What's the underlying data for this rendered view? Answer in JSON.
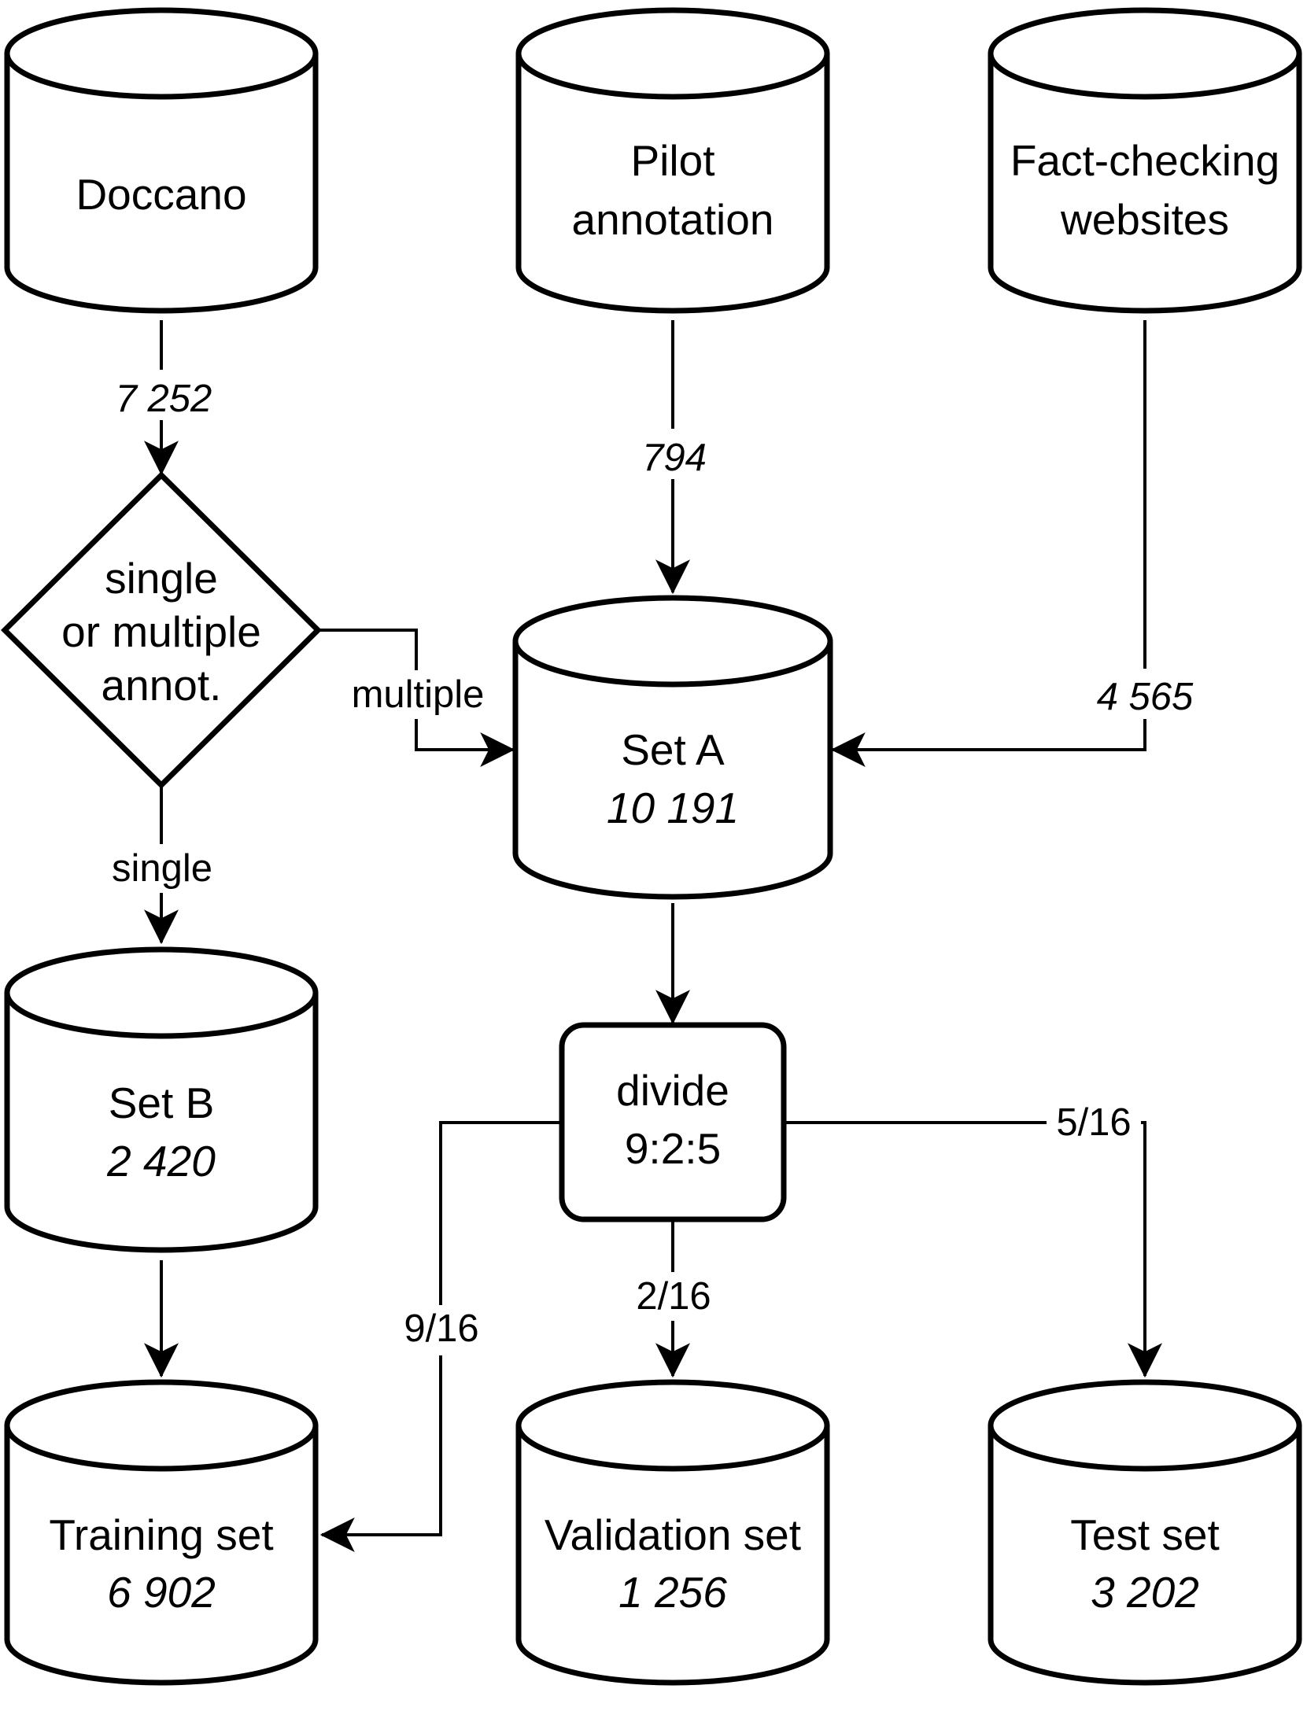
{
  "nodes": {
    "doccano": {
      "label": "Doccano"
    },
    "pilot": {
      "line1": "Pilot",
      "line2": "annotation"
    },
    "factcheck": {
      "line1": "Fact-checking",
      "line2": "websites"
    },
    "decision": {
      "line1": "single",
      "line2": "or multiple",
      "line3": "annot."
    },
    "set_a": {
      "label": "Set A",
      "count": "10 191"
    },
    "set_b": {
      "label": "Set B",
      "count": "2 420"
    },
    "divide": {
      "line1": "divide",
      "line2": "9:2:5"
    },
    "training": {
      "label": "Training set",
      "count": "6 902"
    },
    "validation": {
      "label": "Validation set",
      "count": "1 256"
    },
    "test": {
      "label": "Test set",
      "count": "3 202"
    }
  },
  "edges": {
    "doccano_count": "7 252",
    "pilot_count": "794",
    "factcheck_count": "4 565",
    "multiple_label": "multiple",
    "single_label": "single",
    "training_frac": "9/16",
    "validation_frac": "2/16",
    "test_frac": "5/16"
  }
}
